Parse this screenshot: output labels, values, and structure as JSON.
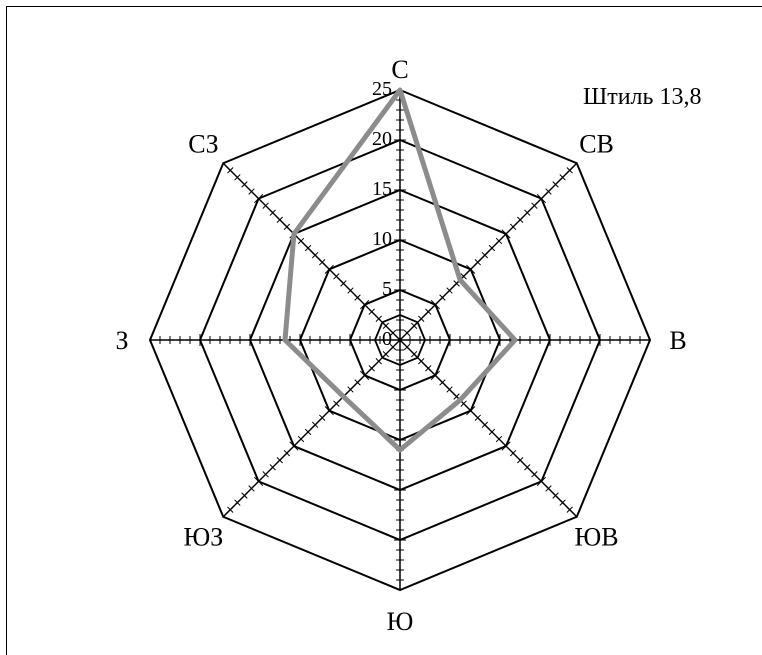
{
  "chart_data": {
    "type": "radar",
    "categories": [
      "С",
      "СВ",
      "В",
      "ЮВ",
      "Ю",
      "ЮЗ",
      "З",
      "СЗ"
    ],
    "series": [
      {
        "values": [
          25,
          8.5,
          11.5,
          8.5,
          11,
          8,
          11.5,
          15
        ],
        "color": "#8c8c8c"
      }
    ],
    "rlim": [
      0,
      25
    ],
    "rticks": [
      0,
      5,
      10,
      15,
      20,
      25
    ],
    "annotation": "Штиль 13,8",
    "grid": true
  }
}
